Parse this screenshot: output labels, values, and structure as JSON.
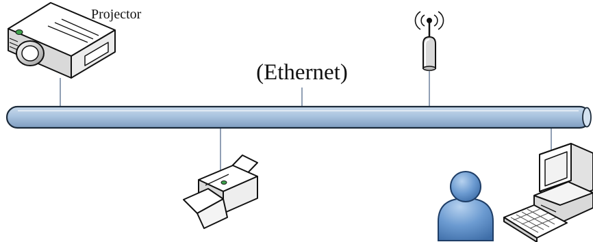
{
  "labels": {
    "projector": "Projector",
    "network": "(Ethernet)"
  },
  "devices": [
    {
      "name": "Projector",
      "icon": "projector-icon"
    },
    {
      "name": "",
      "icon": "wireless-access-point-icon"
    },
    {
      "name": "",
      "icon": "printer-icon"
    },
    {
      "name": "",
      "icon": "user-icon"
    },
    {
      "name": "",
      "icon": "desktop-computer-icon"
    }
  ],
  "colors": {
    "bus_fill": "#9cb8d6",
    "bus_highlight": "#c9daeb",
    "bus_outline": "#1b2a3a",
    "link_line": "#6a7f9a",
    "user_fill": "#5a8cc4",
    "device_outline": "#111111",
    "device_fill": "#ffffff",
    "device_shade": "#d9d9d9",
    "led_green": "#3fa34d"
  }
}
